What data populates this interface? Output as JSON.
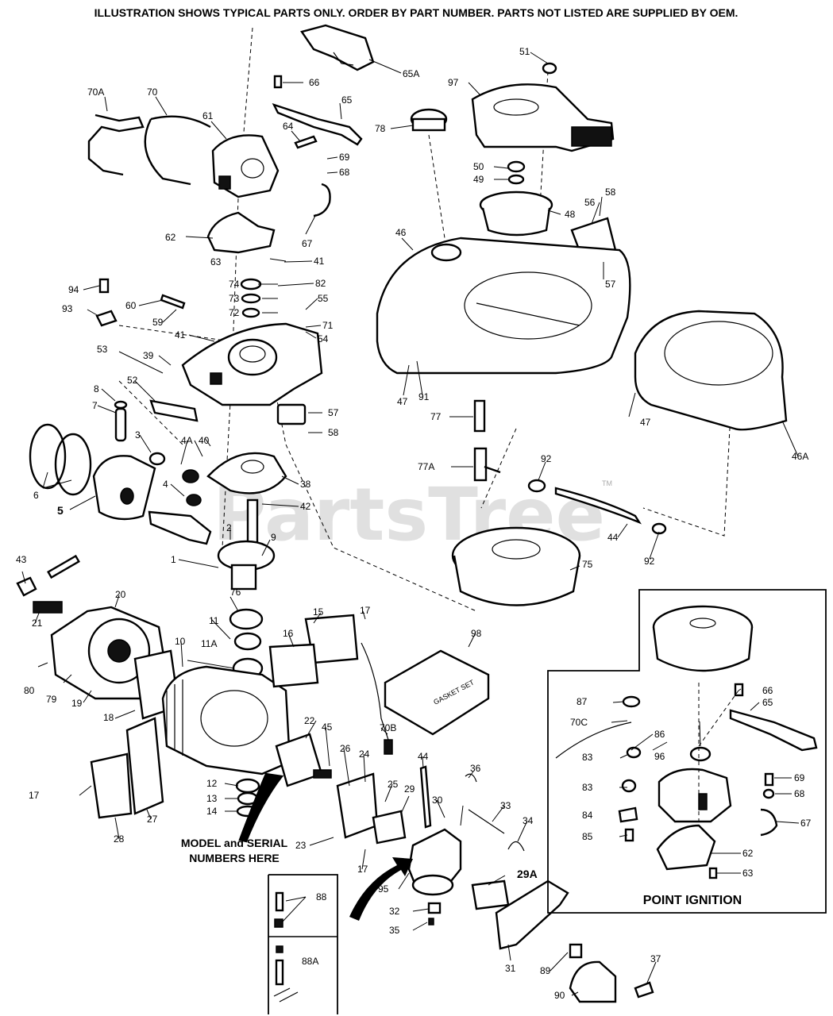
{
  "header": {
    "note": "ILLUSTRATION SHOWS TYPICAL PARTS ONLY. ORDER BY PART NUMBER. PARTS NOT LISTED ARE SUPPLIED BY OEM."
  },
  "watermark": {
    "text": "PartsTree",
    "trademark": "TM"
  },
  "callouts": {
    "model_serial_line1": "MODEL and SERIAL",
    "model_serial_line2": "NUMBERS HERE",
    "gasket_set": "GASKET SET",
    "point_ignition": "POINT IGNITION"
  },
  "part_labels": {
    "p65A": "65A",
    "p66a": "66",
    "p65a": "65",
    "p70A": "70A",
    "p70": "70",
    "p61": "61",
    "p64": "64",
    "p69a": "69",
    "p68a": "68",
    "p62a": "62",
    "p67a": "67",
    "p63a": "63",
    "p41a": "41",
    "p74": "74",
    "p82": "82",
    "p73": "73",
    "p72": "72",
    "p55": "55",
    "p71": "71",
    "p54": "54",
    "p94": "94",
    "p60": "60",
    "p93": "93",
    "p59": "59",
    "p41b": "41",
    "p53": "53",
    "p39": "39",
    "p52": "52",
    "p8": "8",
    "p7": "7",
    "p3": "3",
    "p4A": "4A",
    "p40": "40",
    "p4": "4",
    "p6": "6",
    "p5": "5",
    "p1": "1",
    "p2": "2",
    "p9": "9",
    "p38": "38",
    "p42": "42",
    "p57a": "57",
    "p58a": "58",
    "p51": "51",
    "p97": "97",
    "p78": "78",
    "p50": "50",
    "p49": "49",
    "p48": "48",
    "p56": "56",
    "p58b": "58",
    "p57b": "57",
    "p46": "46",
    "p47a": "47",
    "p91": "91",
    "p47b": "47",
    "p46A": "46A",
    "p77": "77",
    "p77A": "77A",
    "p92a": "92",
    "p92b": "92",
    "p44a": "44",
    "p75": "75",
    "p43": "43",
    "p20": "20",
    "p21": "21",
    "p80": "80",
    "p79": "79",
    "p19": "19",
    "p76": "76",
    "p11": "11",
    "p11A": "11A",
    "p10": "10",
    "p18": "18",
    "p15": "15",
    "p16": "16",
    "p17a": "17",
    "p98": "98",
    "p70B": "70B",
    "p22": "22",
    "p45": "45",
    "p26": "26",
    "p24": "24",
    "p12": "12",
    "p13": "13",
    "p14": "14",
    "p17b": "17",
    "p27": "27",
    "p28": "28",
    "p23": "23",
    "p44b": "44",
    "p36": "36",
    "p25": "25",
    "p29": "29",
    "p30": "30",
    "p33": "33",
    "p34": "34",
    "p17c": "17",
    "p95": "95",
    "p29A": "29A",
    "p88": "88",
    "p32": "32",
    "p35": "35",
    "p88A": "88A",
    "p31": "31",
    "p89": "89",
    "p37": "37",
    "p90": "90",
    "p87": "87",
    "p70C": "70C",
    "p86": "86",
    "p83a": "83",
    "p96": "96",
    "p83b": "83",
    "p84": "84",
    "p85": "85",
    "p66b": "66",
    "p65b": "65",
    "p69b": "69",
    "p68b": "68",
    "p67b": "67",
    "p62b": "62",
    "p63b": "63"
  }
}
